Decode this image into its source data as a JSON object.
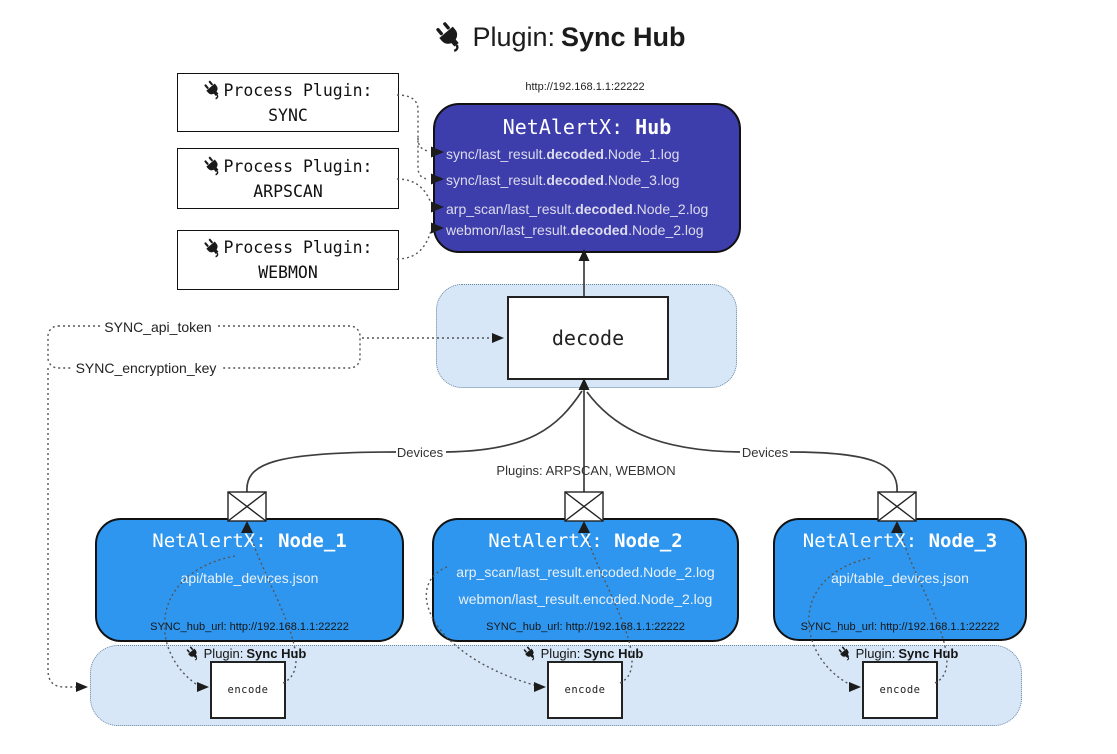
{
  "title": {
    "label": "Plugin:",
    "name": "Sync Hub"
  },
  "process_plugins": [
    {
      "label": "Process Plugin:",
      "name": "SYNC"
    },
    {
      "label": "Process Plugin:",
      "name": "ARPSCAN"
    },
    {
      "label": "Process Plugin:",
      "name": "WEBMON"
    }
  ],
  "hub": {
    "url": "http://192.168.1.1:22222",
    "title_label": "NetAlertX:",
    "title_name": "Hub",
    "log_lines": [
      {
        "pre": "sync/last_result.",
        "em": "decoded",
        "post": ".Node_1.log"
      },
      {
        "pre": "sync/last_result.",
        "em": "decoded",
        "post": ".Node_3.log"
      },
      {
        "pre": "arp_scan/last_result.",
        "em": "decoded",
        "post": ".Node_2.log"
      },
      {
        "pre": "webmon/last_result.",
        "em": "decoded",
        "post": ".Node_2.log"
      }
    ]
  },
  "decode": {
    "label": "decode"
  },
  "tokens": {
    "api_token": "SYNC_api_token",
    "encryption_key": "SYNC_encryption_key"
  },
  "edges": {
    "devices_left": "Devices",
    "devices_right": "Devices",
    "plugins_center": "Plugins: ARPSCAN, WEBMON"
  },
  "nodes": [
    {
      "title_label": "NetAlertX:",
      "title_name": "Node_1",
      "files": [
        "api/table_devices.json"
      ],
      "hub_url": "SYNC_hub_url: http://192.168.1.1:22222"
    },
    {
      "title_label": "NetAlertX:",
      "title_name": "Node_2",
      "files": [
        "arp_scan/last_result.encoded.Node_2.log",
        "webmon/last_result.encoded.Node_2.log"
      ],
      "hub_url": "SYNC_hub_url: http://192.168.1.1:22222"
    },
    {
      "title_label": "NetAlertX:",
      "title_name": "Node_3",
      "files": [
        "api/table_devices.json"
      ],
      "hub_url": "SYNC_hub_url: http://192.168.1.1:22222"
    }
  ],
  "encode_units": [
    {
      "label": "Plugin:",
      "name": "Sync Hub",
      "box": "encode"
    },
    {
      "label": "Plugin:",
      "name": "Sync Hub",
      "box": "encode"
    },
    {
      "label": "Plugin:",
      "name": "Sync Hub",
      "box": "encode"
    }
  ],
  "colors": {
    "hub_bg": "#3d3dab",
    "node_bg": "#2e96ee",
    "band_bg": "#d7e7f8",
    "band_border": "#6b89a0",
    "line": "#3d3d3d",
    "dotted": "#555555"
  }
}
